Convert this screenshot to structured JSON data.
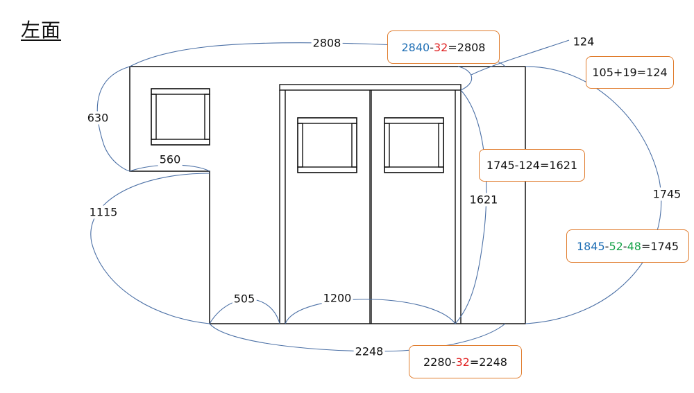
{
  "title": "左面",
  "dimensions": {
    "total_width": "2808",
    "top_right_height": "124",
    "left_height": "630",
    "left_width": "560",
    "left_lower_height": "1115",
    "door_height": "1621",
    "right_height": "1745",
    "gap_width": "505",
    "door_width": "1200",
    "bottom_width": "2248"
  },
  "calc_boxes": {
    "width_calc": [
      {
        "t": "2840",
        "c": "#1f6fb5"
      },
      {
        "t": "-",
        "c": "#111111"
      },
      {
        "t": "32",
        "c": "#e02020"
      },
      {
        "t": "=2808",
        "c": "#111111"
      }
    ],
    "top_calc": [
      {
        "t": "105+19=124",
        "c": "#111111"
      }
    ],
    "door_calc": [
      {
        "t": "1745-124=1621",
        "c": "#111111"
      }
    ],
    "height_calc": [
      {
        "t": "1845",
        "c": "#1f6fb5"
      },
      {
        "t": "-",
        "c": "#111111"
      },
      {
        "t": "52",
        "c": "#17a34a"
      },
      {
        "t": "-",
        "c": "#111111"
      },
      {
        "t": "48",
        "c": "#17a34a"
      },
      {
        "t": "=1745",
        "c": "#111111"
      }
    ],
    "bottom_calc": [
      {
        "t": "2280",
        "c": "#111111"
      },
      {
        "t": "-",
        "c": "#111111"
      },
      {
        "t": "32",
        "c": "#e02020"
      },
      {
        "t": "=2248",
        "c": "#111111"
      }
    ]
  },
  "colors": {
    "outline": "#111111",
    "curve": "#4a6fa5",
    "box_border": "#e07b2b"
  }
}
